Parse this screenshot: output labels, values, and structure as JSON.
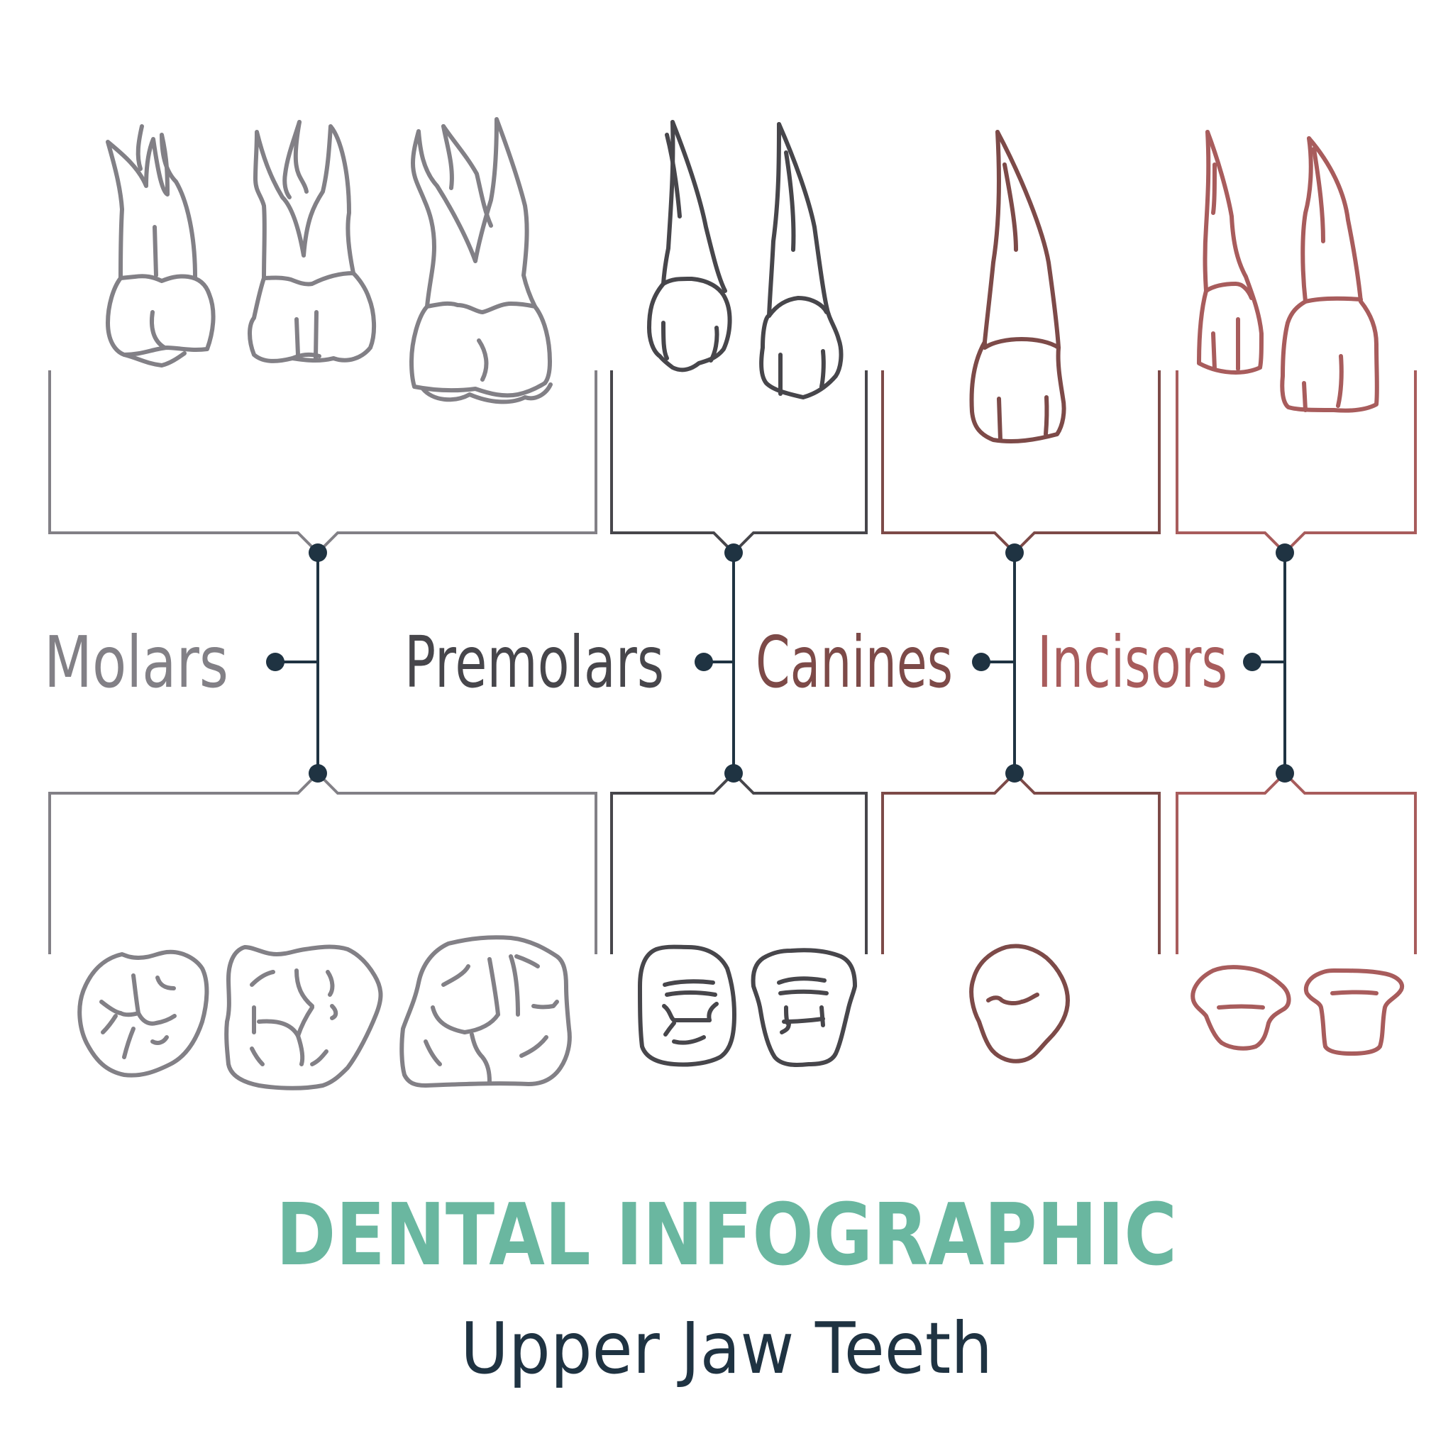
{
  "title": "DENTAL INFOGRAPHIC",
  "subtitle": "Upper Jaw Teeth",
  "colors": {
    "molars": "#828086",
    "premolars": "#47464b",
    "canines": "#7d4a48",
    "incisors": "#a85c5c",
    "connector": "#1f3342",
    "title": "#6ab7a0",
    "subtitle": "#1f3342"
  },
  "categories": [
    {
      "id": "molars",
      "label": "Molars"
    },
    {
      "id": "premolars",
      "label": "Premolars"
    },
    {
      "id": "canines",
      "label": "Canines"
    },
    {
      "id": "incisors",
      "label": "Incisors"
    }
  ]
}
